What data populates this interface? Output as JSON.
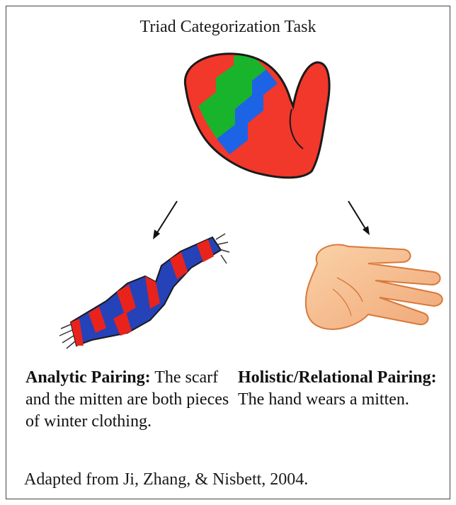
{
  "title": "Triad Categorization Task",
  "left_caption": {
    "heading": "Analytic Pairing:",
    "body": " The scarf and the mitten are both pieces of winter clothing."
  },
  "right_caption": {
    "heading": "Holistic/Relational Pairing:",
    "body": " The hand wears a mitten."
  },
  "source": "Adapted from Ji, Zhang, & Nisbett, 2004.",
  "colors": {
    "mitten_red": "#f2372b",
    "stripe_green": "#18b52c",
    "stripe_blue": "#1d63e6",
    "scarf_blue": "#2542b8",
    "scarf_red": "#e8231c",
    "hand_skin": "#f6c190",
    "hand_outline": "#d8793a"
  }
}
